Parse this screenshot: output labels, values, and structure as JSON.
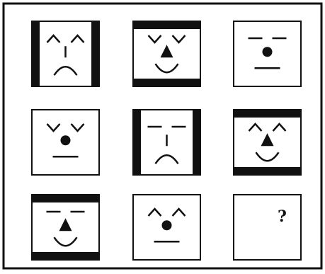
{
  "puzzle": {
    "cells": [
      {
        "bars": "sides",
        "eyes": "caret",
        "nose": "line",
        "mouth": "frown"
      },
      {
        "bars": "topbottom",
        "eyes": "vee",
        "nose": "triangle",
        "mouth": "smile"
      },
      {
        "bars": "none",
        "eyes": "dash",
        "nose": "dot",
        "mouth": "flat"
      },
      {
        "bars": "none",
        "eyes": "vee",
        "nose": "dot",
        "mouth": "flat"
      },
      {
        "bars": "sides",
        "eyes": "dash",
        "nose": "line",
        "mouth": "frown"
      },
      {
        "bars": "topbottom",
        "eyes": "caret",
        "nose": "triangle",
        "mouth": "smile"
      },
      {
        "bars": "topbottom",
        "eyes": "dash",
        "nose": "triangle",
        "mouth": "smile"
      },
      {
        "bars": "none",
        "eyes": "caret",
        "nose": "dot",
        "mouth": "flat"
      },
      {
        "bars": "none",
        "eyes": "none",
        "nose": "none",
        "mouth": "none",
        "answer_label": "?"
      }
    ],
    "line_color": "#111111",
    "background_color": "#ffffff"
  }
}
